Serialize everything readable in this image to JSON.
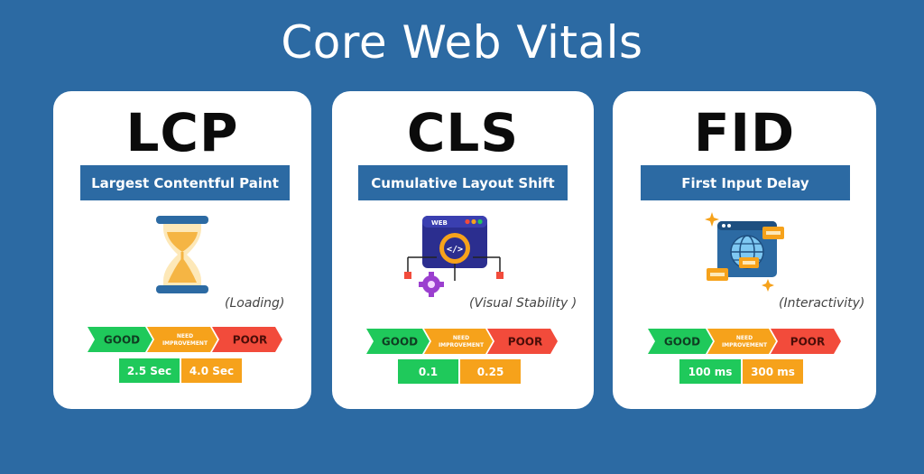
{
  "title": "Core Web Vitals",
  "colors": {
    "background": "#2c6aa3",
    "good": "#1fc95b",
    "need_improvement": "#f6a21b",
    "poor": "#f24b3b"
  },
  "scale_labels": {
    "good": "GOOD",
    "need_line1": "NEED",
    "need_line2": "IMPROVEMENT",
    "poor": "POOR"
  },
  "cards": [
    {
      "abbr": "LCP",
      "full_name": "Largest Contentful Paint",
      "note": "(Loading)",
      "icon": "hourglass-icon",
      "thresholds": [
        "2.5 Sec",
        "4.0 Sec"
      ]
    },
    {
      "abbr": "CLS",
      "full_name": "Cumulative Layout Shift",
      "note": "(Visual Stability )",
      "icon": "web-code-window-icon",
      "icon_label": "WEB",
      "thresholds": [
        "0.1",
        "0.25"
      ]
    },
    {
      "abbr": "FID",
      "full_name": "First Input Delay",
      "note": "(Interactivity)",
      "icon": "globe-browser-window-icon",
      "thresholds": [
        "100 ms",
        "300 ms"
      ]
    }
  ]
}
